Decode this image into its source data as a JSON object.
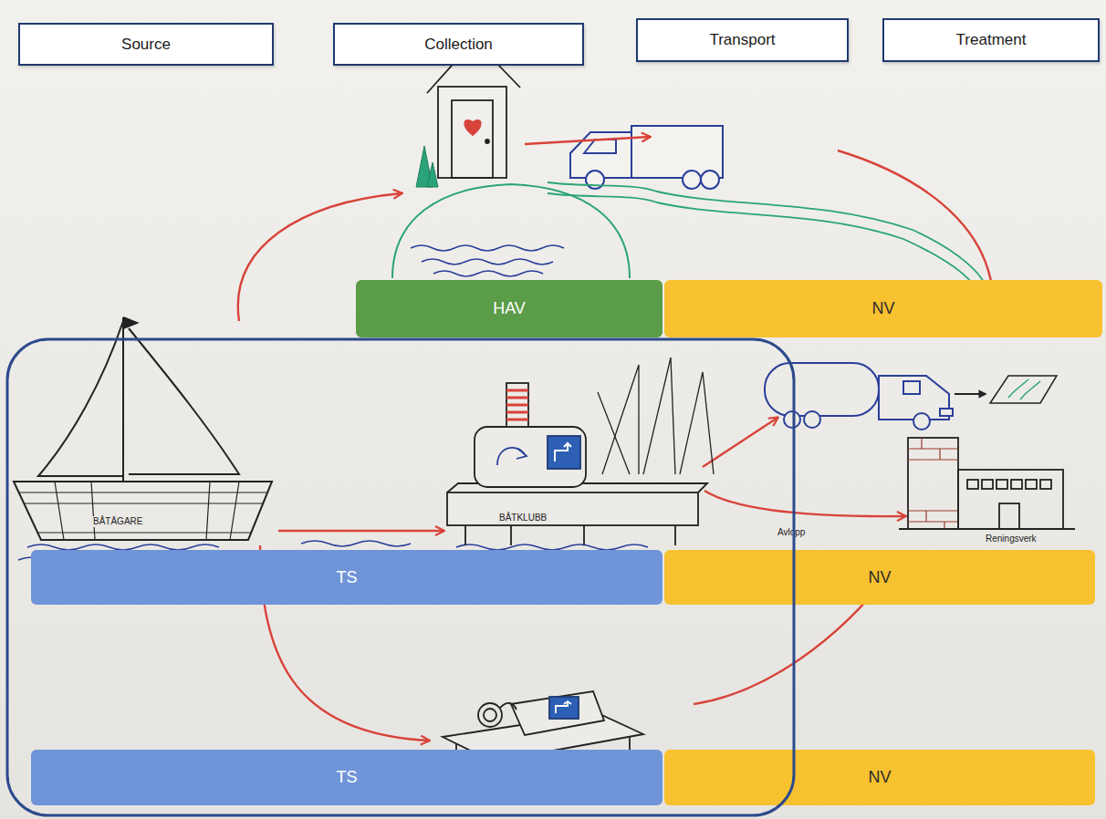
{
  "diagram": {
    "nodes": [
      {
        "text": [
          "Source"
        ]
      },
      {
        "text": [
          "Collection"
        ]
      },
      {
        "text": [
          "Transport"
        ]
      },
      {
        "text": [
          "Treatment"
        ]
      },
      {
        "text": [
          "HAV"
        ]
      },
      {
        "text": [
          "NV"
        ]
      },
      {
        "text": [
          "TS"
        ]
      },
      {
        "text": [
          "NV"
        ]
      },
      {
        "text": [
          "TS"
        ]
      },
      {
        "text": [
          "NV"
        ]
      }
    ],
    "labels": [
      "BÅTÄGARE",
      "BÅTKLUBB",
      "Avlopp",
      "Reningsverk"
    ]
  }
}
